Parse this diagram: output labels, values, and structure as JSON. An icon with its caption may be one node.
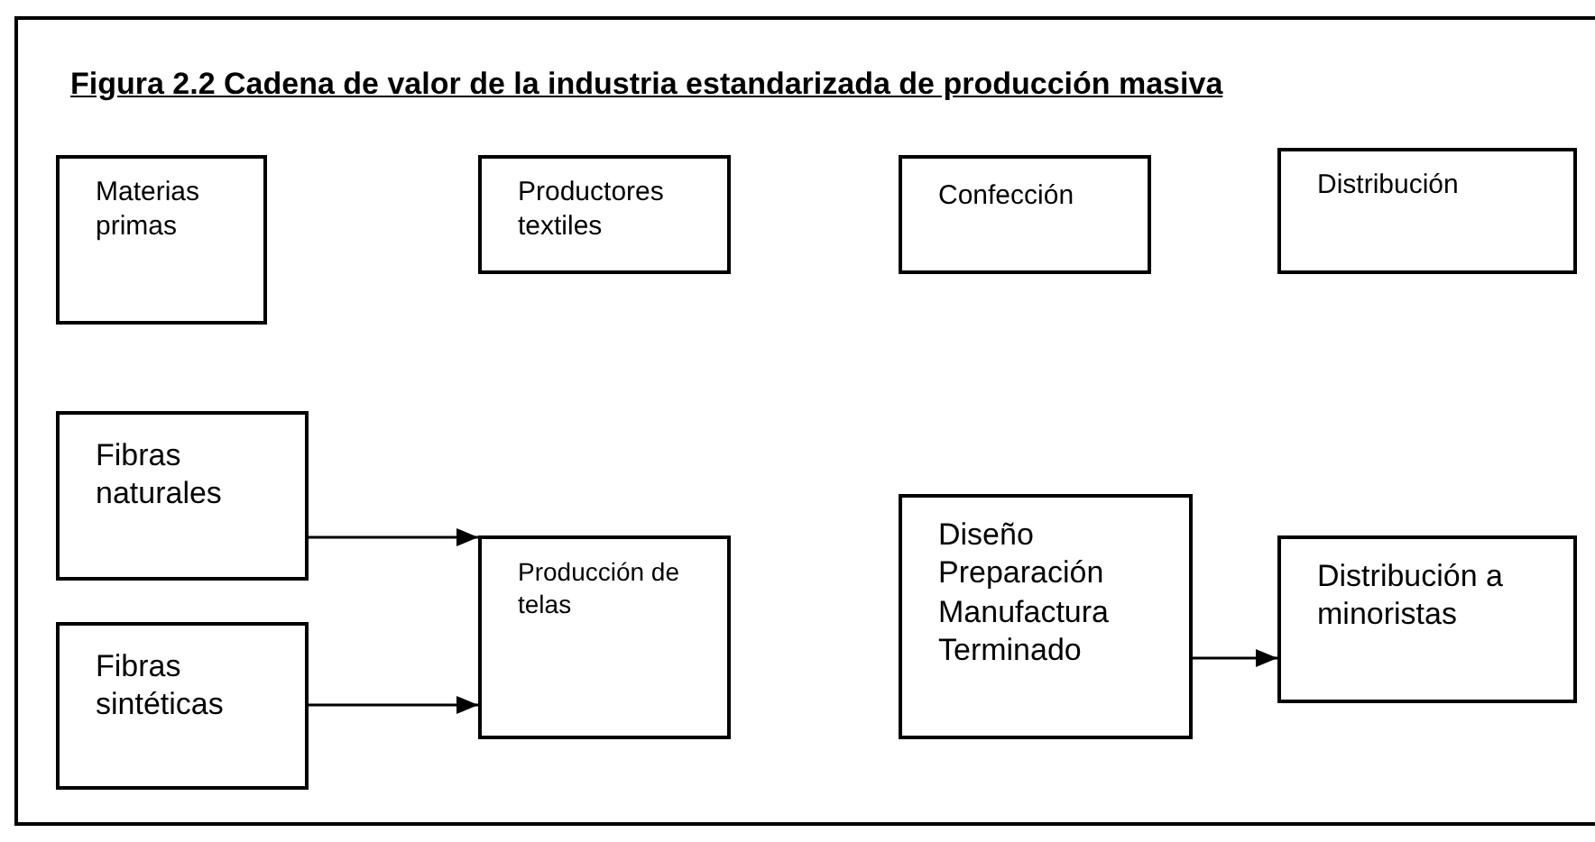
{
  "diagram": {
    "title": "Figura 2.2 Cadena de valor de la industria estandarizada de producción masiva",
    "nodes": [
      {
        "text": [
          "Materias primas"
        ]
      },
      {
        "text": [
          "Productores textiles"
        ]
      },
      {
        "text": [
          "Confección"
        ]
      },
      {
        "text": [
          "Distribución"
        ]
      },
      {
        "text": [
          "Fibras naturales"
        ]
      },
      {
        "text": [
          "Fibras sintéticas"
        ]
      },
      {
        "text": [
          "Producción de telas"
        ]
      },
      {
        "text": [
          "Diseño",
          "Preparación",
          "Manufactura",
          "Terminado"
        ]
      },
      {
        "text": [
          "Distribución a minoristas"
        ]
      }
    ],
    "edges": [
      {
        "from": 4,
        "to": 6,
        "arrow": "to"
      },
      {
        "from": 5,
        "to": 6,
        "arrow": "to"
      },
      {
        "from": 7,
        "to": 8,
        "arrow": "to"
      }
    ]
  }
}
